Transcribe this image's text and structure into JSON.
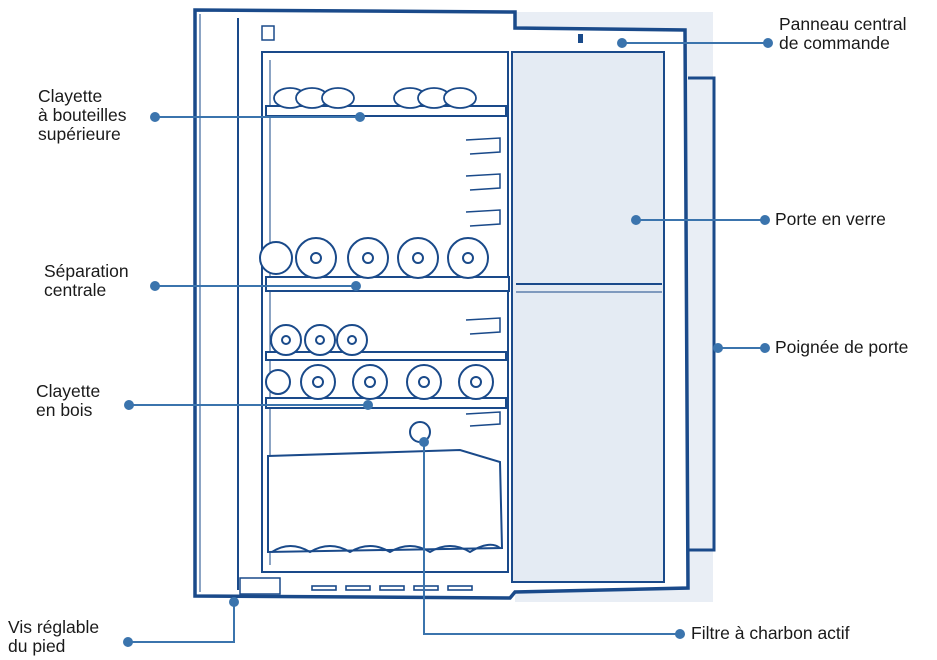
{
  "colors": {
    "outline": "#1a4a8a",
    "leader": "#3b74ad",
    "panel_bg": "#e9eef5",
    "text": "#1a1a1a"
  },
  "labels": {
    "control_panel": [
      "Panneau central",
      "de commande"
    ],
    "top_rack": [
      "Clayette",
      "à bouteilles",
      "supérieure"
    ],
    "glass_door": [
      "Porte en verre"
    ],
    "middle_divider": [
      "Séparation",
      "centrale"
    ],
    "door_handle": [
      "Poignée de porte"
    ],
    "wood_shelf": [
      "Clayette",
      "en bois"
    ],
    "charcoal_filter": [
      "Filtre à charbon actif"
    ],
    "adjustable_foot": [
      "Vis réglable",
      "du pied"
    ]
  }
}
